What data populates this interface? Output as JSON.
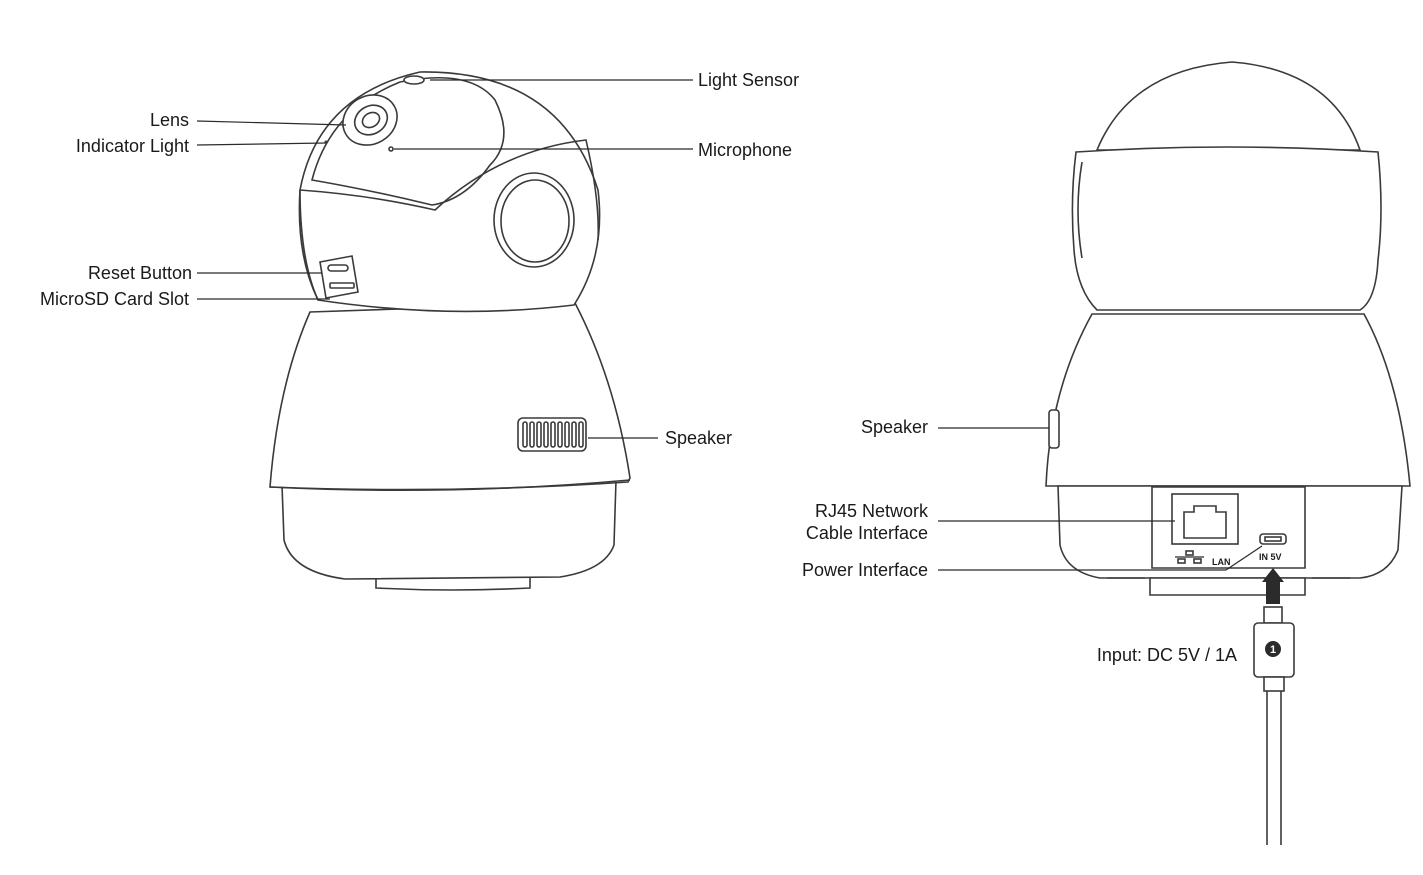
{
  "front": {
    "labels": {
      "lens": "Lens",
      "indicator_light": "Indicator Light",
      "reset_button": "Reset Button",
      "microsd_slot": "MicroSD Card Slot",
      "light_sensor": "Light Sensor",
      "microphone": "Microphone",
      "speaker": "Speaker"
    }
  },
  "back": {
    "labels": {
      "speaker": "Speaker",
      "rj45_line1": "RJ45 Network",
      "rj45_line2": "Cable Interface",
      "power_interface": "Power Interface",
      "input_spec": "Input: DC 5V / 1A"
    },
    "port_marks": {
      "lan": "LAN",
      "in5v": "IN 5V",
      "step_number": "1"
    }
  }
}
